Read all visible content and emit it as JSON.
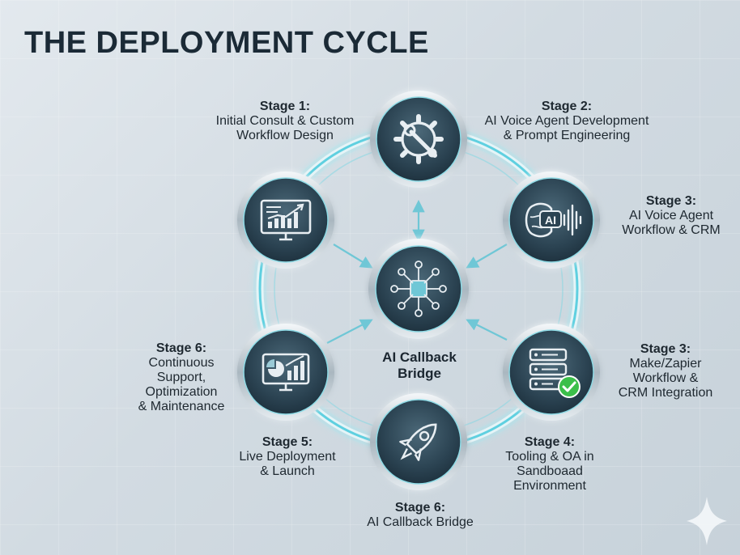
{
  "title": "THE DEPLOYMENT CYCLE",
  "center": {
    "label": "AI Callback\nBridge",
    "icon": "ai-chip-network-icon"
  },
  "stages": [
    {
      "id": "top",
      "stage": "Stage 1:",
      "desc": "Initial Consult & Custom\nWorkflow Design",
      "icon": "gear-wrench-icon"
    },
    {
      "id": "top-right",
      "stage": "Stage 2:",
      "desc": "AI Voice Agent Development\n& Prompt Engineering",
      "icon": "ai-brain-voice-icon"
    },
    {
      "id": "right-upper",
      "stage": "Stage 3:",
      "desc": "AI Voice Agent\nWorkflow & CRM",
      "icon": "ai-brain-voice-icon"
    },
    {
      "id": "right-lower",
      "stage": "Stage 3:",
      "desc": "Make/Zapier\nWorkflow &\nCRM Integration",
      "icon": "server-check-icon"
    },
    {
      "id": "bottom-right",
      "stage": "Stage 4:",
      "desc": "Tooling & OA in\nSandboaad\nEnvironment",
      "icon": "server-check-icon"
    },
    {
      "id": "bottom",
      "stage": "Stage 6:",
      "desc": "AI Callback Bridge",
      "icon": "rocket-icon"
    },
    {
      "id": "bottom-left",
      "stage": "Stage 5:",
      "desc": "Live Deployment\n& Launch",
      "icon": "rocket-icon"
    },
    {
      "id": "left-lower",
      "stage": "Stage 6:",
      "desc": "Continuous\nSupport,\nOptimization\n& Maintenance",
      "icon": "monitor-chart-icon"
    }
  ],
  "nodes": [
    {
      "name": "node-gear",
      "icon": "gear-wrench-icon"
    },
    {
      "name": "node-ai-voice",
      "icon": "ai-brain-voice-icon"
    },
    {
      "name": "node-server",
      "icon": "server-check-icon"
    },
    {
      "name": "node-rocket",
      "icon": "rocket-icon"
    },
    {
      "name": "node-monitor-pie",
      "icon": "monitor-pie-chart-icon"
    },
    {
      "name": "node-monitor-analytics",
      "icon": "monitor-analytics-icon"
    }
  ],
  "ai_badge": "AI",
  "colors": {
    "ring": "#5fd0e0",
    "ring_glow": "#9eeaf2",
    "node_fill": "#2e4656",
    "node_edge": "#c9d3da",
    "check": "#3cbf4a"
  },
  "watermark_icon": "sparkle-icon"
}
